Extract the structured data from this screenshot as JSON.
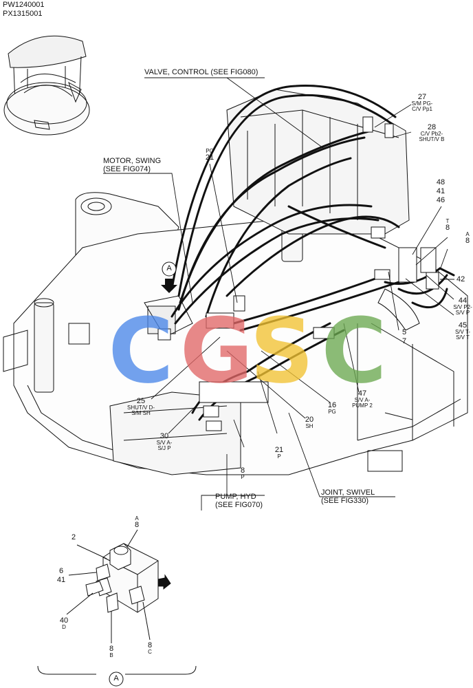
{
  "part_numbers": [
    "PW1240001",
    "PX1315001"
  ],
  "callouts": {
    "valve_control": "VALVE, CONTROL (SEE FIG080)",
    "motor_swing_1": "MOTOR, SWING",
    "motor_swing_2": "(SEE FIG074)",
    "pump_hyd_1": "PUMP, HYD",
    "pump_hyd_2": "(SEE FIG070)",
    "joint_swivel_1": "JOINT, SWIVEL",
    "joint_swivel_2": "(SEE FIG330)"
  },
  "view_marker": "A",
  "labels": [
    {
      "id": "l27",
      "num": "27",
      "sub1": "S/M PG-",
      "sub2": "C/V Pp1"
    },
    {
      "id": "l28",
      "num": "28",
      "sub1": "C/V Pb2-",
      "sub2": "SHUT/V B"
    },
    {
      "id": "l21top",
      "pre": "PG",
      "num": "21"
    },
    {
      "id": "l48",
      "num": "48"
    },
    {
      "id": "l41",
      "num": "41"
    },
    {
      "id": "l46",
      "num": "46"
    },
    {
      "id": "lT8",
      "pre": "T",
      "num": "8"
    },
    {
      "id": "lA8",
      "pre": "A",
      "num": "8"
    },
    {
      "id": "l42",
      "num": "42"
    },
    {
      "id": "l44",
      "num": "44",
      "sub1": "S/V P2-",
      "sub2": "S/V P"
    },
    {
      "id": "l45",
      "num": "45",
      "sub1": "S/V T-",
      "sub2": "S/V T"
    },
    {
      "id": "l5",
      "num": "5"
    },
    {
      "id": "l7",
      "num": "7"
    },
    {
      "id": "l47",
      "num": "47",
      "sub1": "S/V A-",
      "sub2": "PUMP 2"
    },
    {
      "id": "l16",
      "num": "16",
      "sub1": "PG"
    },
    {
      "id": "l20",
      "num": "20",
      "sub1": "SH"
    },
    {
      "id": "l21p",
      "num": "21",
      "sub1": "P"
    },
    {
      "id": "l8p",
      "num": "8",
      "sub1": "P"
    },
    {
      "id": "l25",
      "num": "25",
      "sub1": "SHUT/V D-",
      "sub2": "S/M SH"
    },
    {
      "id": "l30",
      "num": "30",
      "sub1": "S/V A-",
      "sub2": "S/J P"
    }
  ],
  "detail_labels": [
    {
      "id": "d2",
      "num": "2"
    },
    {
      "id": "dA8",
      "pre": "A",
      "num": "8"
    },
    {
      "id": "d6",
      "num": "6"
    },
    {
      "id": "d41",
      "num": "41"
    },
    {
      "id": "d40",
      "num": "40",
      "sub1": "D"
    },
    {
      "id": "d8b",
      "num": "8",
      "sub1": "B"
    },
    {
      "id": "d8c",
      "num": "8",
      "sub1": "C"
    }
  ],
  "watermark": {
    "letters": [
      "C",
      "G",
      "S",
      "C"
    ],
    "colors": [
      "#4a86e8",
      "#e06666",
      "#f1c232",
      "#6aa84f"
    ]
  }
}
